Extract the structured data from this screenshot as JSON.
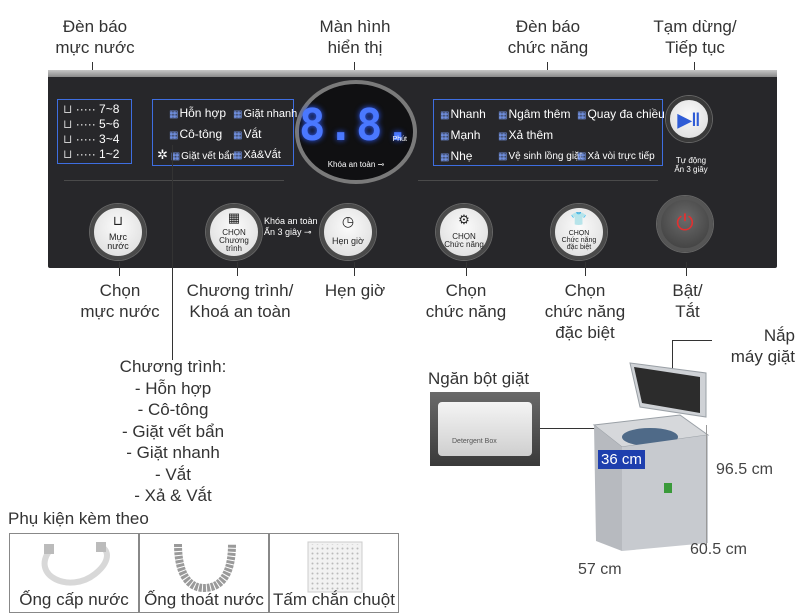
{
  "top_labels": {
    "water_indicator": [
      "Đèn báo",
      "mực nước"
    ],
    "display": [
      "Màn hình",
      "hiển thị"
    ],
    "function_indicator": [
      "Đèn báo",
      "chức năng"
    ],
    "pause": [
      "Tạm dừng/",
      "Tiếp tục"
    ]
  },
  "bottom_labels": {
    "water": [
      "Chọn",
      "mực nước"
    ],
    "program": [
      "Chương trình/",
      "Khoá an toàn"
    ],
    "timer": [
      "Hẹn giờ"
    ],
    "function": [
      "Chọn",
      "chức năng"
    ],
    "special": [
      "Chọn",
      "chức năng",
      "đặc biệt"
    ],
    "power": [
      "Bật/",
      "Tắt"
    ]
  },
  "panel": {
    "water_levels": [
      "7~8",
      "5~6",
      "3~4",
      "1~2"
    ],
    "programs": [
      "Hỗn hợp",
      "Giặt nhanh",
      "Cô-tông",
      "Vắt",
      "Giặt vết bẩn",
      "Xả&Vắt"
    ],
    "functions": [
      "Nhanh",
      "Ngâm thêm",
      "Quay đa chiều",
      "Mạnh",
      "Xả thêm",
      "Nhẹ",
      "Vệ sinh lồng giặt",
      "Xả vòi trực tiếp"
    ],
    "digits": "8.8.",
    "phut": "Phút",
    "child_lock": "Khóa an toàn",
    "lock_hint_1": "Khóa an toàn",
    "lock_hint_2": "Ấn 3 giây",
    "auto_off_1": "Tự động",
    "auto_off_2": "Ấn 3 giây",
    "btn_water": [
      "Mực",
      "nước"
    ],
    "btn_program": [
      "CHỌN",
      "Chương",
      "trình"
    ],
    "btn_timer": [
      "Hẹn giờ"
    ],
    "btn_function": [
      "CHỌN",
      "Chức năng"
    ],
    "btn_special": [
      "CHỌN",
      "Chức năng",
      "đặc biệt"
    ]
  },
  "program_list": {
    "title": "Chương trình:",
    "items": [
      "- Hỗn hợp",
      "- Cô-tông",
      "- Giặt vết bẩn",
      "- Giặt nhanh",
      "- Vắt",
      "- Xả & Vắt"
    ]
  },
  "accessories": {
    "title": "Phụ kiện kèm theo",
    "items": [
      "Ống cấp nước",
      "Ống thoát nước",
      "Tấm chắn chuột"
    ]
  },
  "machine": {
    "lid_label": [
      "Nắp",
      "máy giặt"
    ],
    "drawer_label": "Ngăn bột giặt",
    "detergent_box": "Detergent Box",
    "dims": {
      "height": "96.5 cm",
      "depth": "60.5 cm",
      "width": "57 cm",
      "drum": "36 cm"
    }
  }
}
